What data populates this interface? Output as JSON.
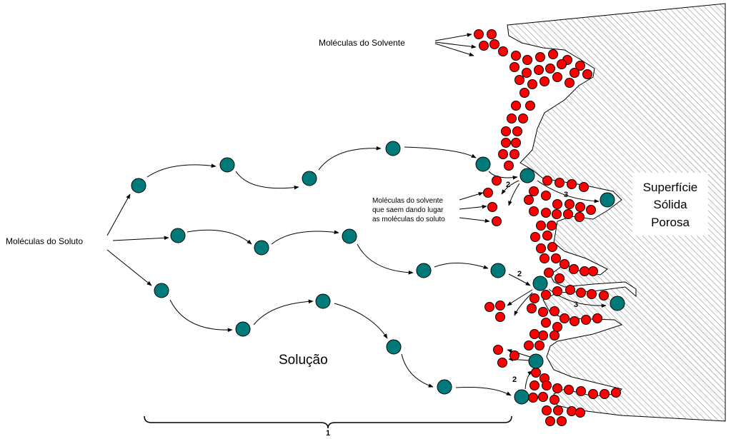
{
  "labels": {
    "solvent_molecules": "Moléculas do Solvente",
    "solute_molecules": "Moléculas do Soluto",
    "leaving_line1": "Moléculas do solvente",
    "leaving_line2": "que saem dando lugar",
    "leaving_line3": "as moléculas do soluto",
    "surface_line1": "Superfície",
    "surface_line2": "Sólida",
    "surface_line3": "Porosa",
    "solution": "Solução",
    "step1": "1",
    "step2": "2",
    "step3": "3"
  },
  "colors": {
    "solute": "#007A78",
    "solvent": "#FF0000",
    "outline": "#000000",
    "hatch": "#333333"
  }
}
